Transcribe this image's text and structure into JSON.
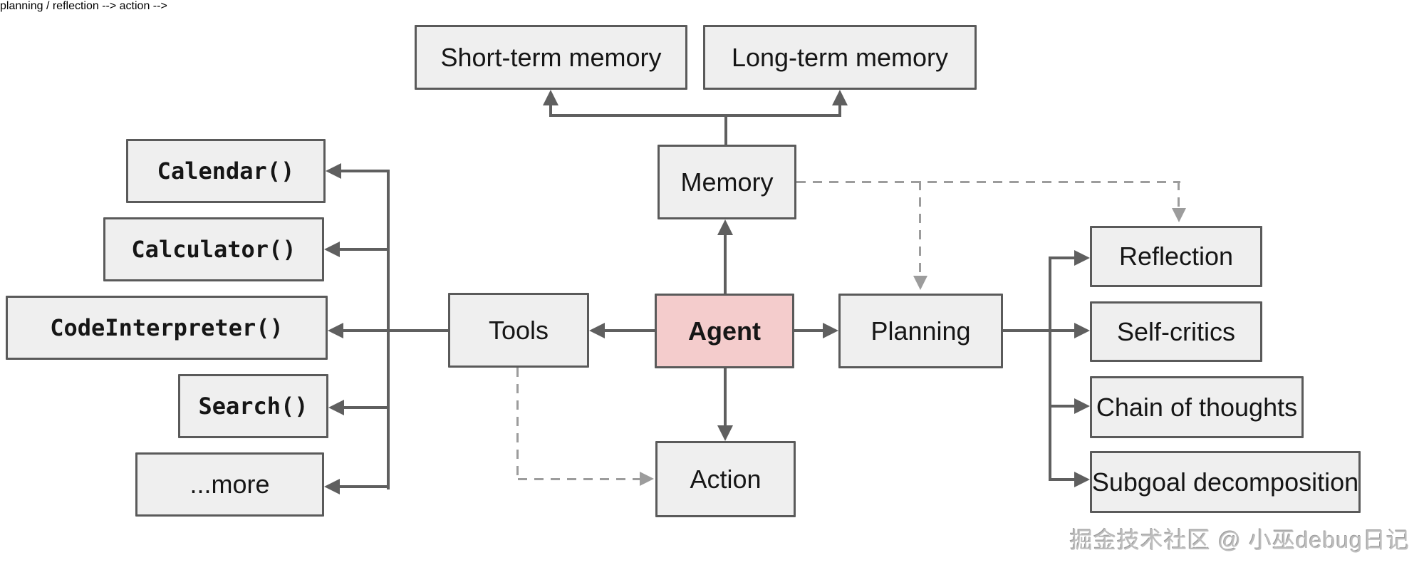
{
  "nodes": {
    "short_term": "Short-term memory",
    "long_term": "Long-term memory",
    "memory": "Memory",
    "agent": "Agent",
    "tools": "Tools",
    "planning": "Planning",
    "action": "Action",
    "calendar": "Calendar()",
    "calculator": "Calculator()",
    "code_interpreter": "CodeInterpreter()",
    "search": "Search()",
    "more": "...more",
    "reflection": "Reflection",
    "self_critics": "Self-critics",
    "chain_of_thoughts": "Chain of thoughts",
    "subgoal_decomposition": "Subgoal decomposition"
  },
  "watermark": "掘金技术社区 @ 小巫debug日记",
  "colors": {
    "background": "#ffffff",
    "node_fill": "#efefef",
    "node_border": "#5a5a5a",
    "agent_fill": "#f4cccc",
    "solid_line": "#5f5f5f",
    "dashed_line": "#9c9c9c",
    "text": "#161616",
    "watermark_text": "#bdbdbd"
  }
}
